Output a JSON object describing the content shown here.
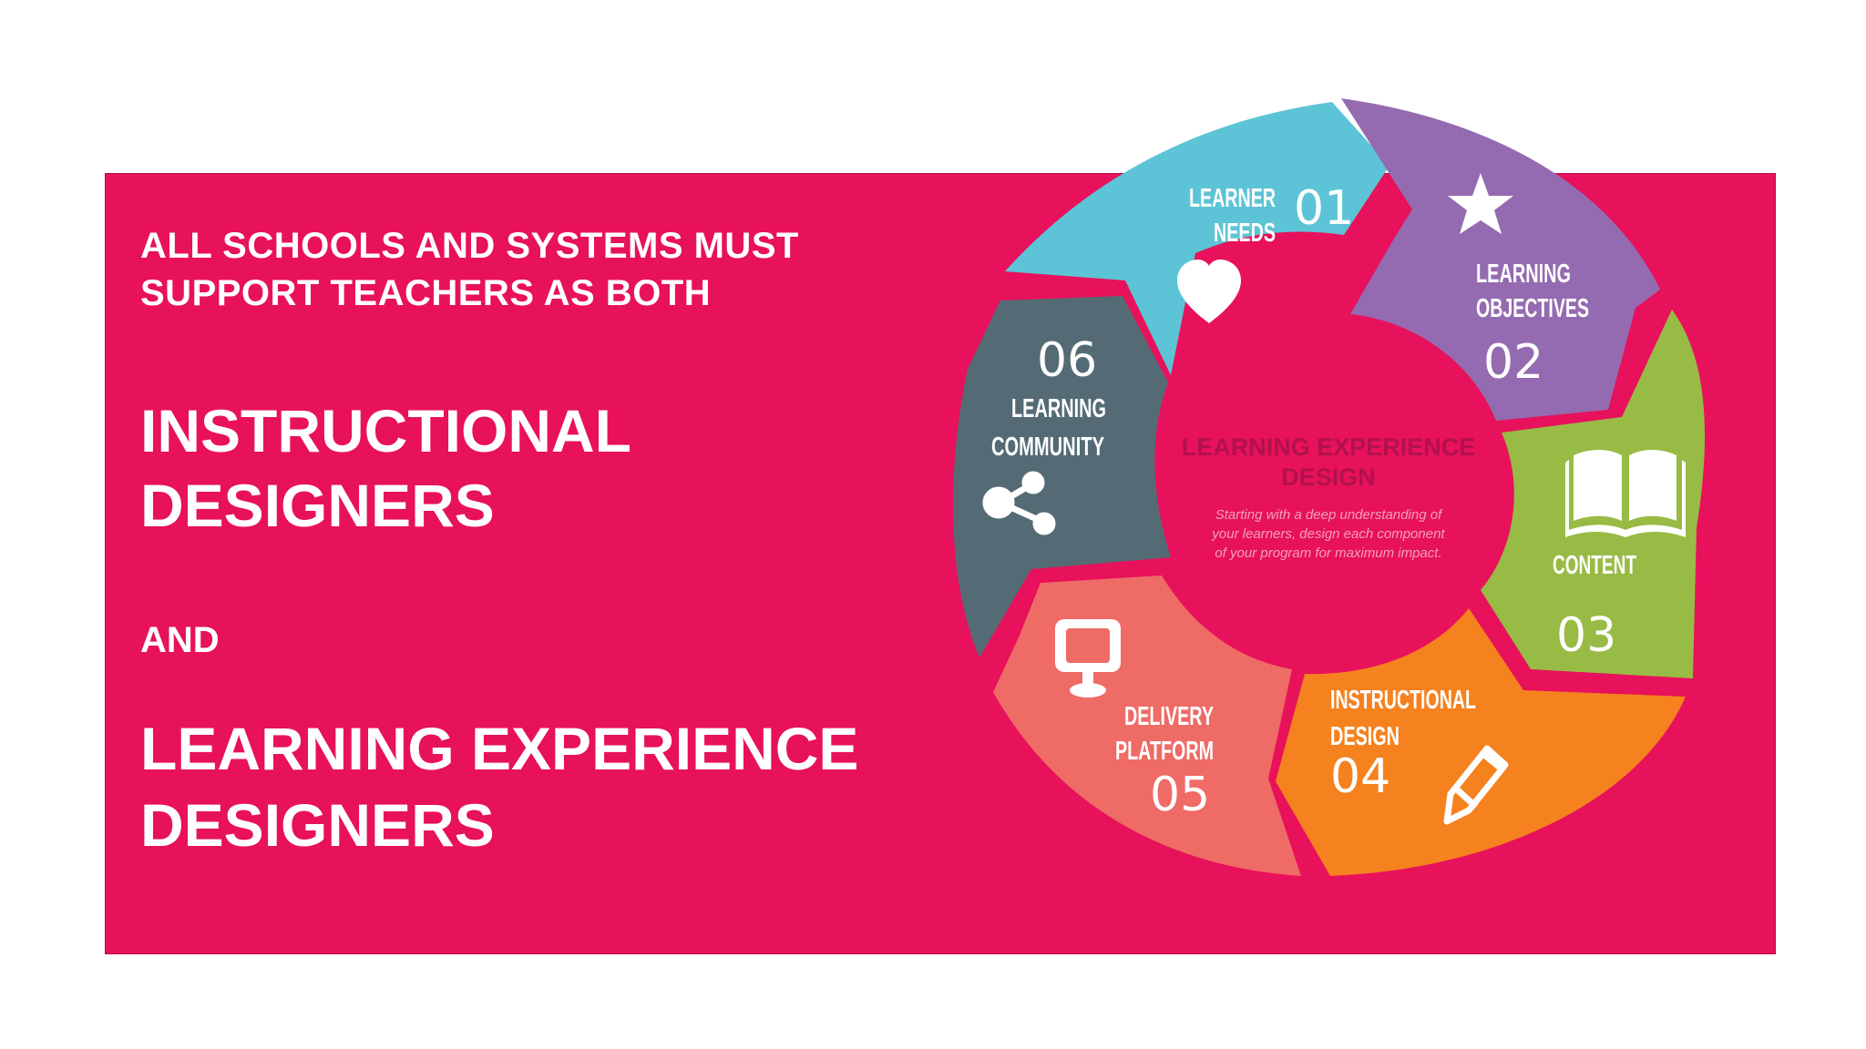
{
  "headline": {
    "intro_lines": [
      "ALL SCHOOLS AND SYSTEMS MUST",
      "SUPPORT TEACHERS AS BOTH"
    ],
    "role1_lines": [
      "INSTRUCTIONAL",
      "DESIGNERS"
    ],
    "connector": "AND",
    "role2_lines": [
      "LEARNING EXPERIENCE",
      "DESIGNERS"
    ]
  },
  "diagram": {
    "center_title_lines": [
      "LEARNING EXPERIENCE",
      "DESIGN"
    ],
    "center_desc_lines": [
      "Starting with a deep understanding of",
      "your learners, design each component",
      "of your program for maximum impact."
    ],
    "segments": [
      {
        "number": "01",
        "label_lines": [
          "LEARNER",
          "NEEDS"
        ],
        "icon": "heart-icon",
        "color": "#5cc4d6"
      },
      {
        "number": "02",
        "label_lines": [
          "LEARNING",
          "OBJECTIVES"
        ],
        "icon": "star-icon",
        "color": "#946bb0"
      },
      {
        "number": "03",
        "label_lines": [
          "CONTENT"
        ],
        "icon": "book-icon",
        "color": "#98bb45"
      },
      {
        "number": "04",
        "label_lines": [
          "INSTRUCTIONAL",
          "DESIGN"
        ],
        "icon": "pencil-icon",
        "color": "#f5821f"
      },
      {
        "number": "05",
        "label_lines": [
          "DELIVERY",
          "PLATFORM"
        ],
        "icon": "monitor-icon",
        "color": "#ef6b66"
      },
      {
        "number": "06",
        "label_lines": [
          "LEARNING",
          "COMMUNITY"
        ],
        "icon": "share-icon",
        "color": "#546b75"
      }
    ],
    "colors": {
      "background": "#e8115b",
      "center": "#e8115b",
      "center_title": "#b1124b"
    }
  }
}
